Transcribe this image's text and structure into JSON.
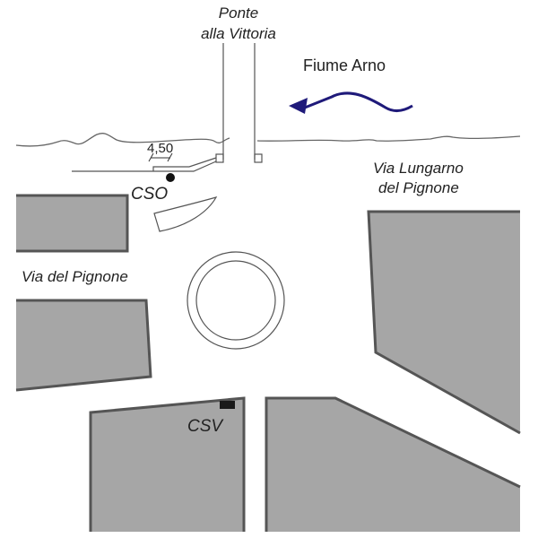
{
  "map": {
    "labels": {
      "bridge_line1": "Ponte",
      "bridge_line2": "alla Vittoria",
      "river": "Fiume Arno",
      "street_lungarno_line1": "Via Lungarno",
      "street_lungarno_line2": "del Pignone",
      "street_pignone": "Via del Pignone",
      "cso": "CSO",
      "csv": "CSV",
      "dimension": "4,50"
    },
    "colors": {
      "building_fill": "#a6a6a6",
      "building_edge": "#555555",
      "flow_arrow": "#1f1a7a",
      "marker": "#111111"
    },
    "features": {
      "flow_direction": "west",
      "cso_marker": "circle",
      "csv_marker": "rectangle"
    }
  }
}
